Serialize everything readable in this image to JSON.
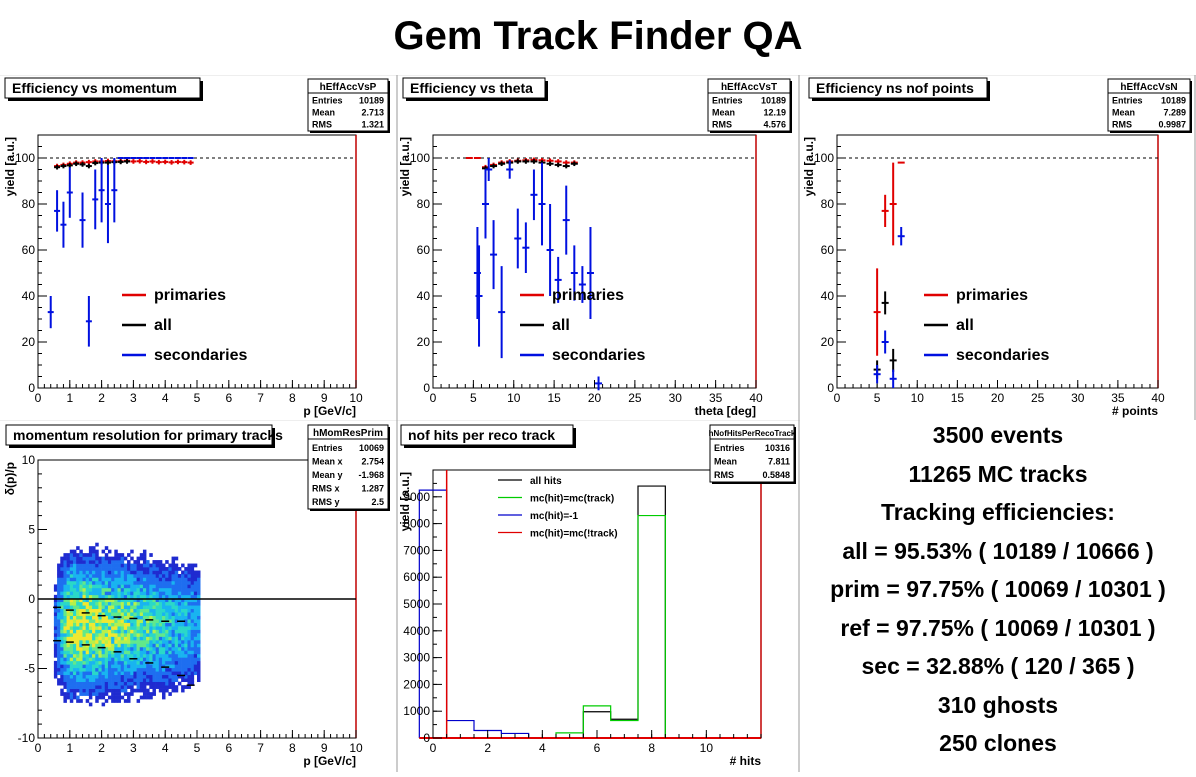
{
  "page_title": "Gem Track Finder QA",
  "summary": {
    "lines": [
      "3500 events",
      "11265 MC tracks",
      "Tracking efficiencies:",
      "all = 95.53% ( 10189 / 10666 )",
      "prim = 97.75% ( 10069 / 10301 )",
      "ref = 97.75% ( 10069 / 10301 )",
      "sec = 32.88% ( 120 / 365 )",
      "310 ghosts",
      "250 clones"
    ]
  },
  "chart_data": [
    {
      "type": "scatter",
      "title": "Efficiency vs momentum",
      "xlabel": "p [GeV/c]",
      "ylabel": "yield [a.u.]",
      "xlim": [
        0,
        10
      ],
      "ylim": [
        0,
        110
      ],
      "xticks": [
        0,
        1,
        2,
        3,
        4,
        5,
        6,
        7,
        8,
        9,
        10
      ],
      "yticks": [
        0,
        20,
        40,
        60,
        80,
        100
      ],
      "ref_line": 100,
      "stats": {
        "name": "hEffAccVsP",
        "rows": [
          [
            "Entries",
            "10189"
          ],
          [
            "Mean",
            "2.713"
          ],
          [
            "RMS",
            "1.321"
          ]
        ]
      },
      "legend": [
        "primaries",
        "all",
        "secondaries"
      ],
      "series": [
        {
          "name": "primaries",
          "color": "#e00000",
          "points": [
            [
              0.6,
              96.5,
              1
            ],
            [
              0.8,
              97,
              1
            ],
            [
              1.0,
              97.5,
              1
            ],
            [
              1.2,
              98,
              1
            ],
            [
              1.4,
              98,
              1
            ],
            [
              1.6,
              98.2,
              1
            ],
            [
              1.8,
              98.5,
              1
            ],
            [
              2.0,
              98.5,
              1
            ],
            [
              2.2,
              98.7,
              1
            ],
            [
              2.4,
              98.6,
              1
            ],
            [
              2.6,
              98.6,
              1
            ],
            [
              2.8,
              98.8,
              1
            ],
            [
              3.0,
              98.5,
              1
            ],
            [
              3.2,
              98.6,
              1
            ],
            [
              3.4,
              98.3,
              1
            ],
            [
              3.6,
              98.5,
              1
            ],
            [
              3.8,
              98.2,
              1
            ],
            [
              4.0,
              98.3,
              1
            ],
            [
              4.2,
              98.1,
              1
            ],
            [
              4.4,
              98.3,
              1
            ],
            [
              4.6,
              98.2,
              1
            ],
            [
              4.8,
              98,
              1
            ]
          ]
        },
        {
          "name": "all",
          "color": "#000000",
          "points": [
            [
              0.6,
              96,
              1
            ],
            [
              0.8,
              96.5,
              1
            ],
            [
              1.0,
              96.8,
              1
            ],
            [
              1.2,
              97.5,
              1
            ],
            [
              1.4,
              97.2,
              1
            ],
            [
              1.6,
              96.5,
              1
            ],
            [
              1.8,
              97.8,
              1
            ],
            [
              2.0,
              98,
              1
            ],
            [
              2.2,
              98,
              1
            ],
            [
              2.4,
              98.2,
              1
            ],
            [
              2.6,
              98.3,
              1
            ],
            [
              2.8,
              98.5,
              1
            ]
          ]
        },
        {
          "name": "secondaries",
          "color": "#0010e0",
          "points": [
            [
              0.4,
              33,
              7
            ],
            [
              0.6,
              77,
              9
            ],
            [
              0.8,
              71,
              10
            ],
            [
              1.0,
              85,
              11
            ],
            [
              1.4,
              73,
              12
            ],
            [
              1.6,
              29,
              11
            ],
            [
              1.8,
              82,
              13
            ],
            [
              2.0,
              86,
              14
            ],
            [
              2.2,
              80,
              17
            ],
            [
              2.4,
              86,
              14
            ],
            [
              2.6,
              100,
              0
            ],
            [
              2.8,
              100,
              0
            ],
            [
              3.0,
              100,
              0
            ],
            [
              3.2,
              100,
              0
            ],
            [
              3.4,
              100,
              0
            ],
            [
              3.6,
              100,
              0
            ],
            [
              3.8,
              100,
              0
            ],
            [
              4.0,
              100,
              0
            ],
            [
              4.2,
              100,
              0
            ],
            [
              4.4,
              100,
              0
            ],
            [
              4.6,
              100,
              0
            ],
            [
              4.8,
              100,
              0
            ]
          ]
        }
      ]
    },
    {
      "type": "scatter",
      "title": "Efficiency vs theta",
      "xlabel": "theta [deg]",
      "ylabel": "yield [a.u.]",
      "xlim": [
        0,
        40
      ],
      "ylim": [
        0,
        110
      ],
      "xticks": [
        0,
        5,
        10,
        15,
        20,
        25,
        30,
        35,
        40
      ],
      "yticks": [
        0,
        20,
        40,
        60,
        80,
        100
      ],
      "ref_line": 100,
      "stats": {
        "name": "hEffAccVsT",
        "rows": [
          [
            "Entries",
            "10189"
          ],
          [
            "Mean",
            "12.19"
          ],
          [
            "RMS",
            "4.576"
          ]
        ]
      },
      "legend": [
        "primaries",
        "all",
        "secondaries"
      ],
      "series": [
        {
          "name": "primaries",
          "color": "#e00000",
          "points": [
            [
              4.5,
              100,
              0
            ],
            [
              5.5,
              100,
              0
            ],
            [
              6.5,
              96,
              1
            ],
            [
              7.5,
              97,
              1
            ],
            [
              8.5,
              98,
              1
            ],
            [
              9.5,
              98.5,
              1
            ],
            [
              10.5,
              98.8,
              1
            ],
            [
              11.5,
              99,
              1
            ],
            [
              12.5,
              99.2,
              1
            ],
            [
              13.5,
              99,
              1
            ],
            [
              14.5,
              98.8,
              1
            ],
            [
              15.5,
              98.5,
              1
            ],
            [
              16.5,
              98,
              1
            ],
            [
              17.5,
              98,
              1
            ]
          ]
        },
        {
          "name": "all",
          "color": "#000000",
          "points": [
            [
              6.5,
              95.5,
              1
            ],
            [
              7.5,
              96.5,
              1
            ],
            [
              8.5,
              97.5,
              1
            ],
            [
              9.5,
              98,
              1
            ],
            [
              10.5,
              98.5,
              1
            ],
            [
              11.5,
              98.5,
              1
            ],
            [
              12.5,
              98.5,
              1
            ],
            [
              13.5,
              98,
              1
            ],
            [
              14.5,
              97.5,
              1
            ],
            [
              15.5,
              97,
              1
            ],
            [
              16.5,
              96.5,
              1
            ],
            [
              17.5,
              97.5,
              1
            ]
          ]
        },
        {
          "name": "secondaries",
          "color": "#0010e0",
          "points": [
            [
              5.5,
              50,
              20
            ],
            [
              5.7,
              40,
              22
            ],
            [
              6.5,
              80,
              15
            ],
            [
              6.9,
              95,
              5
            ],
            [
              7.5,
              58,
              15
            ],
            [
              8.5,
              33,
              20
            ],
            [
              9.5,
              95,
              4
            ],
            [
              10.5,
              65,
              13
            ],
            [
              11.5,
              61,
              11
            ],
            [
              12.5,
              84,
              11
            ],
            [
              13.5,
              80,
              18
            ],
            [
              14.5,
              60,
              20
            ],
            [
              15.5,
              47,
              10
            ],
            [
              16.5,
              73,
              15
            ],
            [
              17.5,
              50,
              12
            ],
            [
              18.5,
              45,
              8
            ],
            [
              19.5,
              50,
              20
            ],
            [
              20.5,
              2,
              3
            ]
          ]
        }
      ]
    },
    {
      "type": "scatter",
      "title": "Efficiency ns nof points",
      "xlabel": "# points",
      "ylabel": "yield [a.u.]",
      "xlim": [
        0,
        40
      ],
      "ylim": [
        0,
        110
      ],
      "xticks": [
        0,
        5,
        10,
        15,
        20,
        25,
        30,
        35,
        40
      ],
      "yticks": [
        0,
        20,
        40,
        60,
        80,
        100
      ],
      "ref_line": 100,
      "stats": {
        "name": "hEffAccVsN",
        "rows": [
          [
            "Entries",
            "10189"
          ],
          [
            "Mean",
            "7.289"
          ],
          [
            "RMS",
            "0.9987"
          ]
        ]
      },
      "legend": [
        "primaries",
        "all",
        "secondaries"
      ],
      "series": [
        {
          "name": "primaries",
          "color": "#e00000",
          "points": [
            [
              5,
              33,
              19
            ],
            [
              6,
              77,
              7
            ],
            [
              7,
              80,
              18
            ],
            [
              8,
              98,
              0.5
            ]
          ]
        },
        {
          "name": "all",
          "color": "#000000",
          "points": [
            [
              5,
              8,
              4
            ],
            [
              6,
              37,
              5
            ],
            [
              7,
              12,
              5
            ]
          ]
        },
        {
          "name": "secondaries",
          "color": "#0010e0",
          "points": [
            [
              5,
              6,
              4
            ],
            [
              6,
              20,
              5
            ],
            [
              7,
              4,
              4
            ],
            [
              8,
              66,
              4
            ]
          ]
        }
      ]
    },
    {
      "type": "heatmap",
      "title": "momentum resolution for primary tracks",
      "xlabel": "p [GeV/c]",
      "ylabel": "δ(p)/p",
      "xlim": [
        0,
        10
      ],
      "ylim": [
        -10,
        10
      ],
      "xticks": [
        0,
        1,
        2,
        3,
        4,
        5,
        6,
        7,
        8,
        9,
        10
      ],
      "yticks": [
        -10,
        -5,
        0,
        5,
        10
      ],
      "ref_line": 0,
      "stats": {
        "name": "hMomResPrim",
        "rows": [
          [
            "Entries",
            "10069"
          ],
          [
            "Mean x",
            "2.754"
          ],
          [
            "Mean y",
            "-1.968"
          ],
          [
            "RMS x",
            "1.287"
          ],
          [
            "RMS y",
            "2.5"
          ]
        ]
      },
      "distribution": {
        "x_range": [
          0.4,
          5.0
        ],
        "core_y": -2,
        "spread_y": 2.5
      }
    },
    {
      "type": "bar",
      "title": "nof hits per reco track",
      "xlabel": "# hits",
      "ylabel": "yield [a.u.]",
      "xlim": [
        0,
        12
      ],
      "ylim": [
        0,
        10000
      ],
      "xticks": [
        0,
        2,
        4,
        6,
        8,
        10
      ],
      "yticks": [
        0,
        1000,
        2000,
        3000,
        4000,
        5000,
        6000,
        7000,
        8000,
        9000
      ],
      "stats": {
        "name": "hNofHitsPerRecoTrack",
        "rows": [
          [
            "Entries",
            "10316"
          ],
          [
            "Mean",
            "7.811"
          ],
          [
            "RMS",
            "0.5848"
          ]
        ]
      },
      "legend": [
        "all hits",
        "mc(hit)=mc(track)",
        "mc(hit)=-1",
        "mc(hit)=mc(!track)"
      ],
      "bin_edges": [
        -0.5,
        0.5,
        1.5,
        2.5,
        3.5,
        4.5,
        5.5,
        6.5,
        7.5,
        8.5,
        12
      ],
      "series": [
        {
          "name": "all hits",
          "color": "#000000",
          "values": [
            0,
            0,
            0,
            0,
            0,
            0,
            980,
            700,
            9400,
            0
          ]
        },
        {
          "name": "mc(hit)=mc(track)",
          "color": "#00cc00",
          "values": [
            0,
            0,
            0,
            0,
            0,
            190,
            1200,
            650,
            8300,
            0
          ]
        },
        {
          "name": "mc(hit)=-1",
          "color": "#0000cc",
          "values": [
            9250,
            650,
            280,
            170,
            0,
            0,
            0,
            0,
            0,
            0
          ]
        },
        {
          "name": "mc(hit)=mc(!track)",
          "color": "#e00000",
          "values": [
            0,
            0,
            0,
            0,
            0,
            0,
            0,
            0,
            0,
            0
          ]
        }
      ]
    }
  ]
}
